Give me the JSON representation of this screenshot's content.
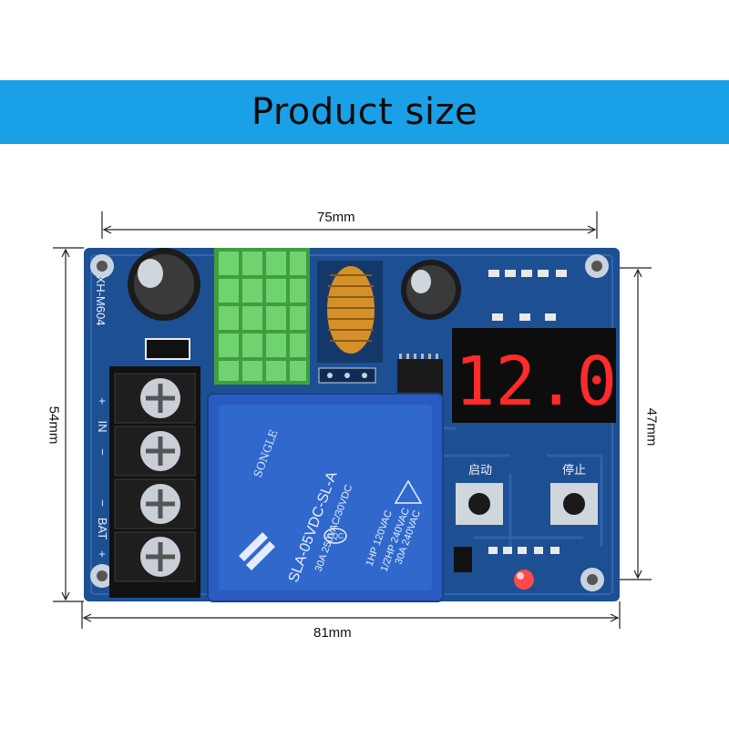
{
  "banner": {
    "title": "Product size"
  },
  "dimensions": {
    "top_width": "75mm",
    "bottom_width": "81mm",
    "left_height": "54mm",
    "right_height": "47mm"
  },
  "board": {
    "model": "XH-M604",
    "terminal_labels": [
      "+",
      "IN",
      "−",
      "−",
      "BAT",
      "+"
    ],
    "display_value": "12.0",
    "start_label": "启动",
    "stop_label": "停止",
    "relay_brand": "SONGLE",
    "relay_model": "SLA-05VDC-SL-A",
    "relay_ratings": [
      "30A 250VAC/30VDC",
      "1HP 120VAC",
      "1/2HP 240VAC",
      "30A 240VAC"
    ],
    "relay_cert": "CQC",
    "colors": {
      "pcb": "#1d4f93",
      "banner": "#1aa0e6",
      "relay": "#2a5bc0",
      "heatsink": "#5cc45c",
      "led_digits": "#ff2a2a"
    }
  }
}
